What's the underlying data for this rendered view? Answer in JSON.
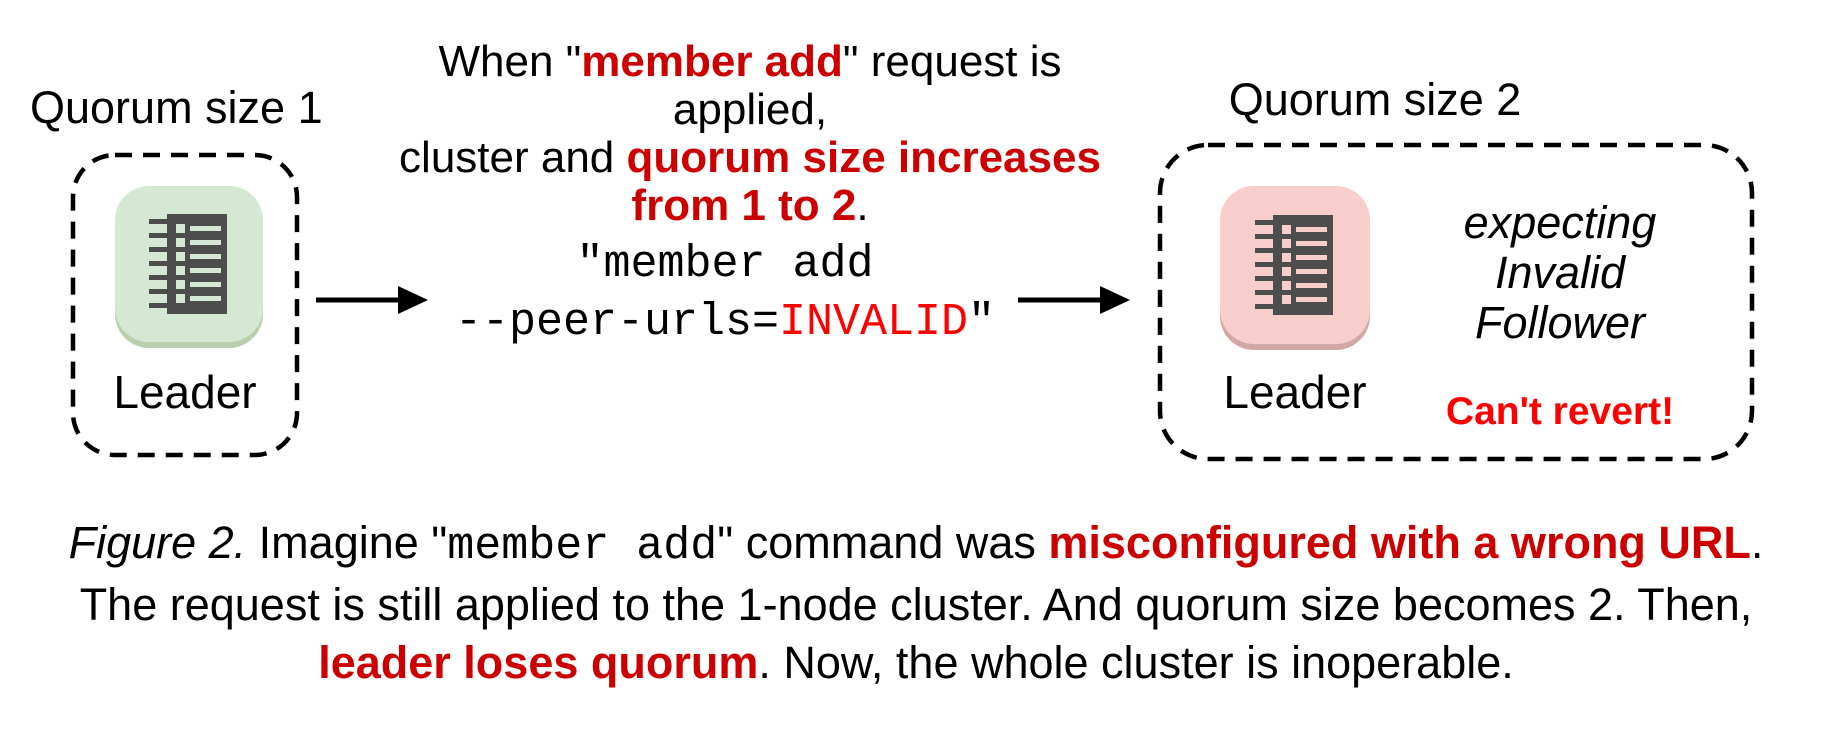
{
  "colors": {
    "text": "#000000",
    "dark_red": "#cc0000",
    "bright_red": "#ff0000",
    "node_green": "#d5e8d4",
    "node_green_edge": "#b9cfae",
    "node_pink": "#f8cecc",
    "node_pink_edge": "#d2a8a6",
    "glyph_gray": "#4d4d4d"
  },
  "left_cluster": {
    "title": "Quorum size 1",
    "node_label": "Leader",
    "icon": "raft-log-icon"
  },
  "top_note": {
    "line1_pre": "When \"",
    "line1_em": "member add",
    "line1_post": "\" request is applied,",
    "line2_pre": "cluster and ",
    "line2_em": "quorum size increases",
    "line3_em": "from 1 to 2",
    "line3_post": "."
  },
  "command": {
    "line1": "\"member add",
    "line2_pre": "--peer-urls=",
    "line2_invalid": "INVALID",
    "line2_post": "\""
  },
  "right_cluster": {
    "title": "Quorum size 2",
    "node_label": "Leader",
    "icon": "raft-log-icon",
    "expecting_line1": "expecting",
    "expecting_line2": "Invalid",
    "expecting_line3": "Follower",
    "warning": "Can't revert!"
  },
  "caption": {
    "line1_figure": "Figure 2.",
    "line1_a": " Imagine \"",
    "line1_code": "member add",
    "line1_b": "\" command was ",
    "line1_em": "misconfigured with a wrong URL",
    "line1_c": ".",
    "line2": "The request is still applied to the 1-node cluster. And quorum size becomes 2. Then,",
    "line3_em": "leader loses quorum",
    "line3_a": ". Now, the whole cluster is inoperable."
  }
}
